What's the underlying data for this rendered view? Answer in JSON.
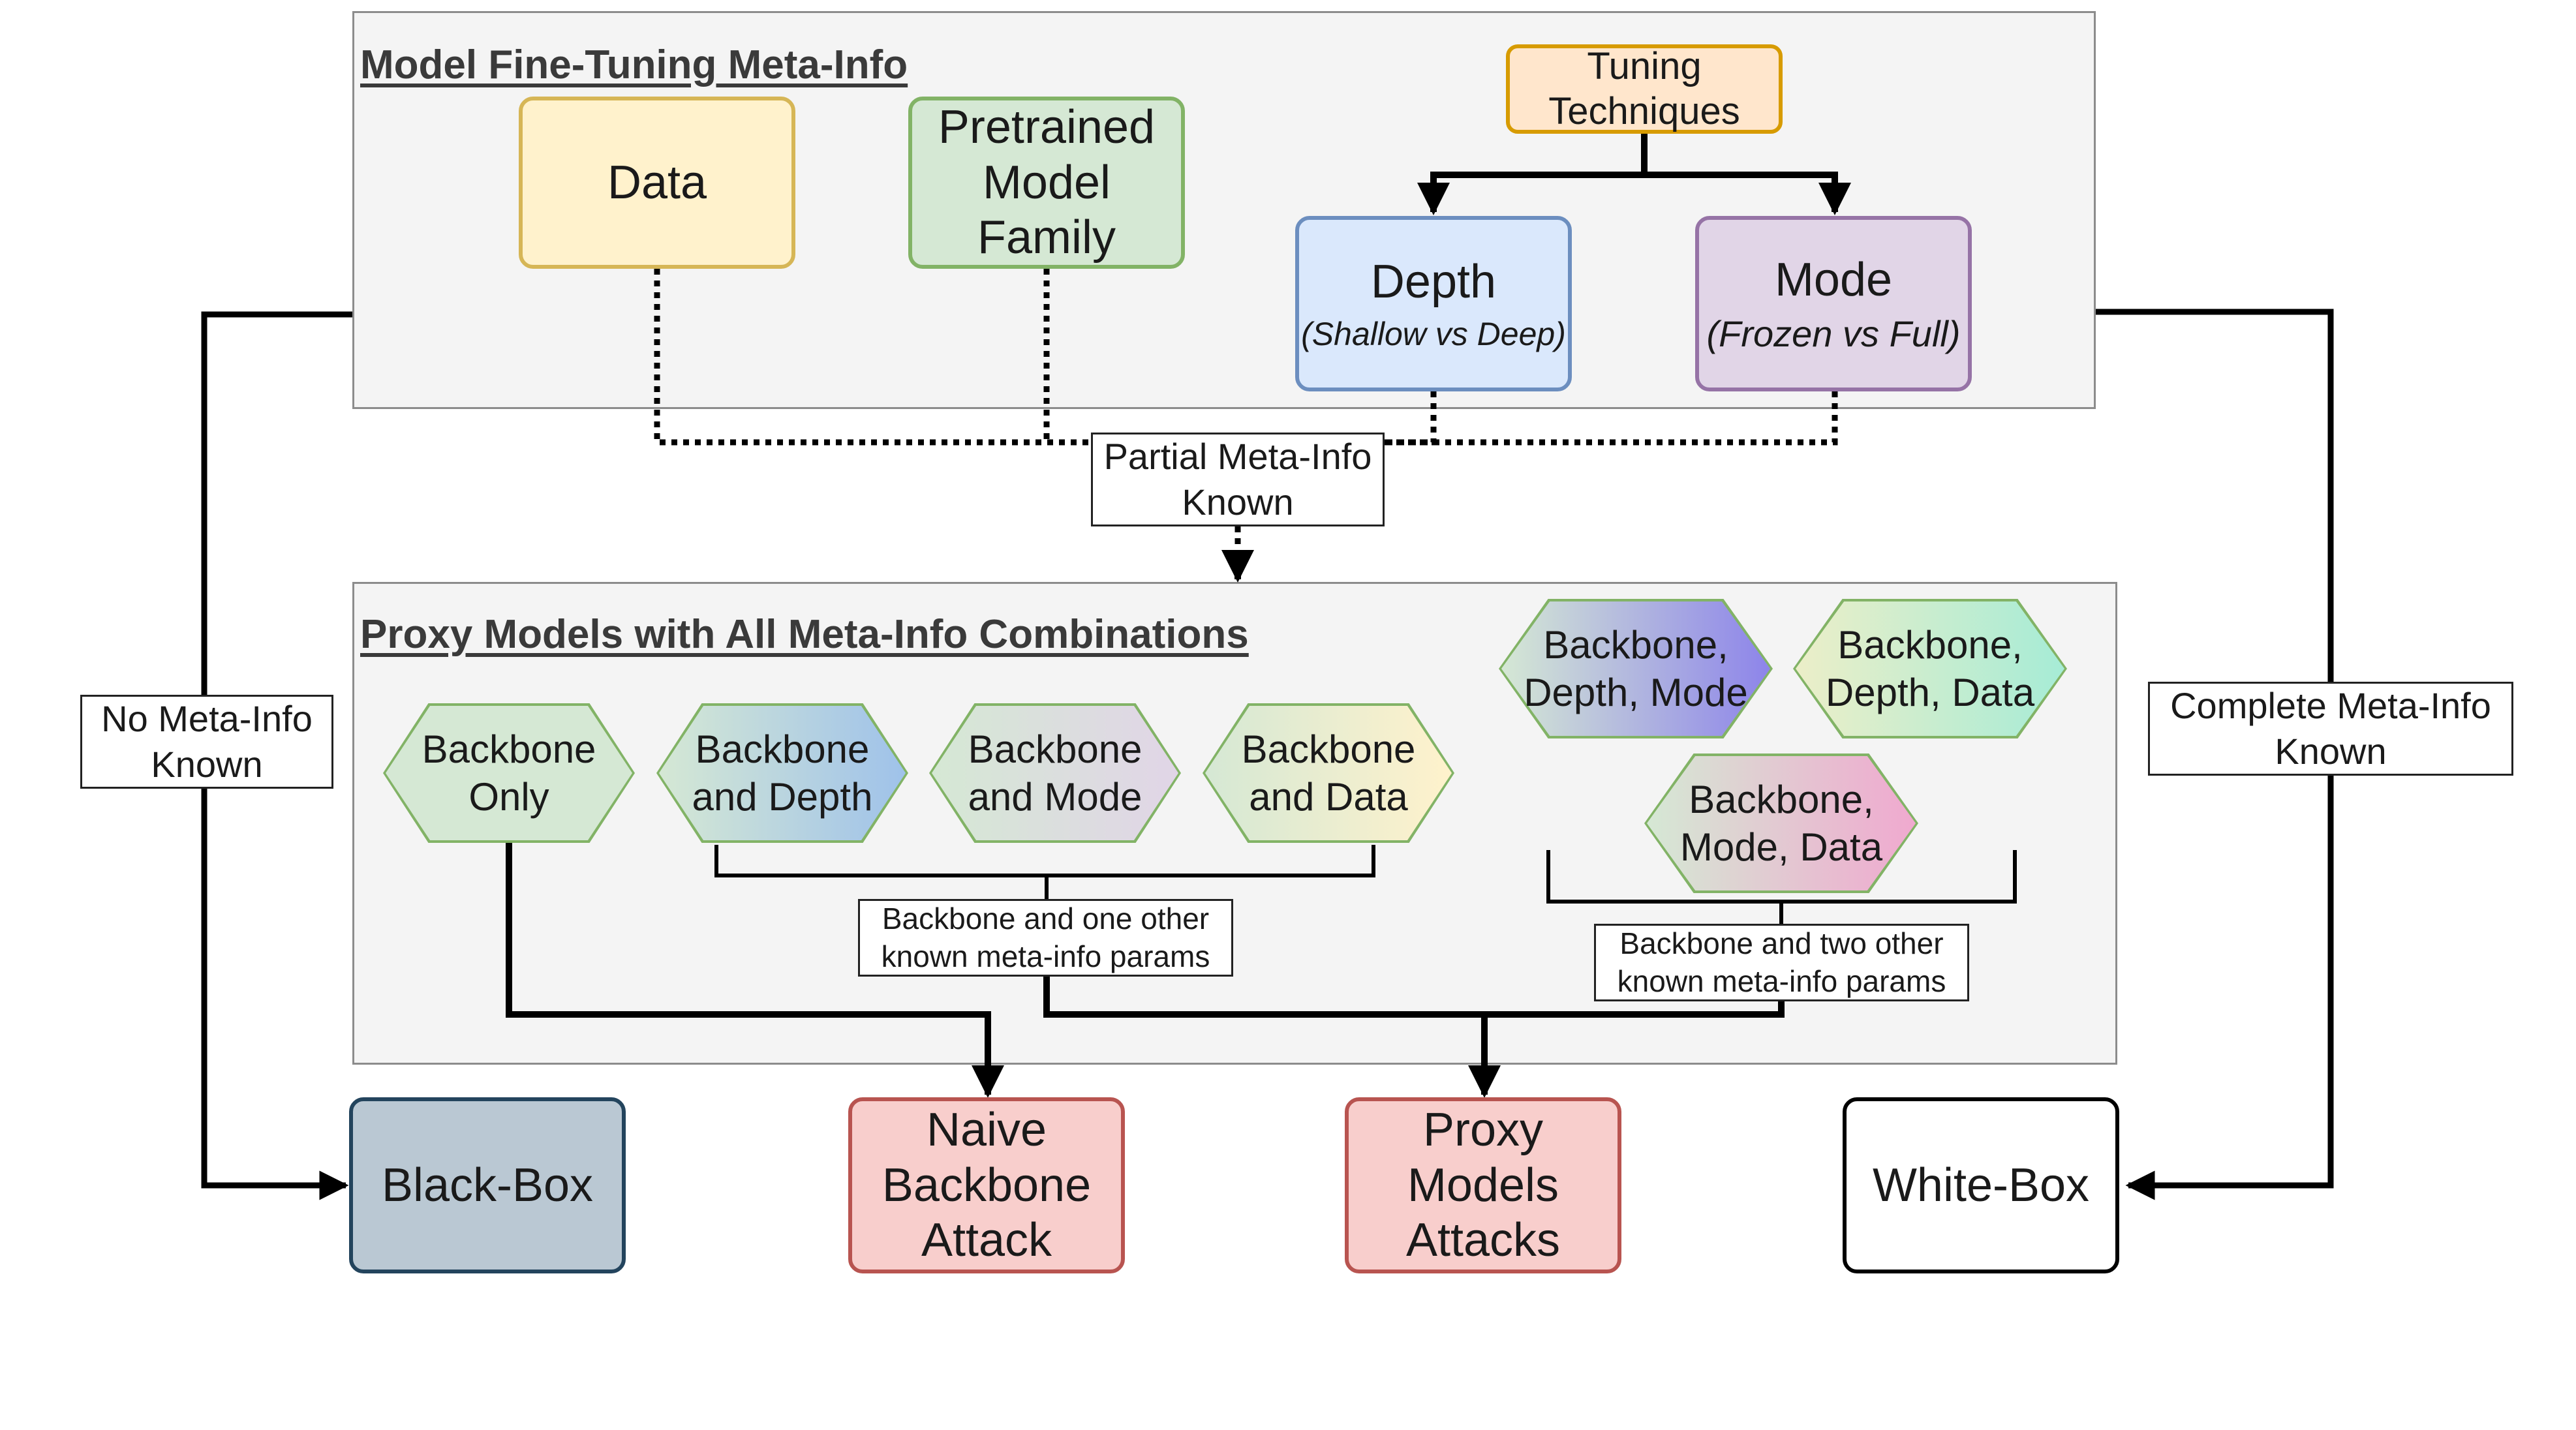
{
  "panels": {
    "meta_info": {
      "title": "Model Fine-Tuning Meta-Info"
    },
    "proxy_models": {
      "title": "Proxy Models with All Meta-Info Combinations"
    }
  },
  "meta_nodes": {
    "data": "Data",
    "pretrained": "Pretrained\nModel\nFamily",
    "tuning": "Tuning\nTechniques",
    "depth": {
      "title": "Depth",
      "subtitle": "(Shallow vs Deep)"
    },
    "mode": {
      "title": "Mode",
      "subtitle": "(Frozen vs Full)"
    }
  },
  "proxy_nodes": {
    "backbone_only": "Backbone\nOnly",
    "backbone_depth": "Backbone\nand Depth",
    "backbone_mode": "Backbone\nand Mode",
    "backbone_data": "Backbone\nand Data",
    "bb_depth_mode": "Backbone,\nDepth, Mode",
    "bb_depth_data": "Backbone,\nDepth, Data",
    "bb_mode_data": "Backbone,\nMode, Data"
  },
  "edge_labels": {
    "partial": "Partial Meta-Info\nKnown",
    "none": "No Meta-Info\nKnown",
    "complete": "Complete Meta-Info\nKnown",
    "one_other": "Backbone and one other\nknown meta-info params",
    "two_other": "Backbone and two other\nknown meta-info params"
  },
  "outcomes": {
    "black_box": "Black-Box",
    "naive": "Naive\nBackbone\nAttack",
    "proxy": "Proxy\nModels\nAttacks",
    "white_box": "White-Box"
  },
  "colors": {
    "data": {
      "fill": "#fff2cc",
      "stroke": "#d6b656"
    },
    "pretrained": {
      "fill": "#d5e8d4",
      "stroke": "#82b366"
    },
    "tuning": {
      "fill": "#ffe6cc",
      "stroke": "#d79b00"
    },
    "depth": {
      "fill": "#dae8fc",
      "stroke": "#6c8ebf"
    },
    "mode": {
      "fill": "#e1d5e7",
      "stroke": "#9673a6"
    },
    "black_box": {
      "fill": "#bac8d3",
      "stroke": "#23445d"
    },
    "attack": {
      "fill": "#f8cecc",
      "stroke": "#b85450"
    },
    "white_box": {
      "fill": "#ffffff",
      "stroke": "#000000"
    },
    "hex_stroke": "#82b366"
  }
}
